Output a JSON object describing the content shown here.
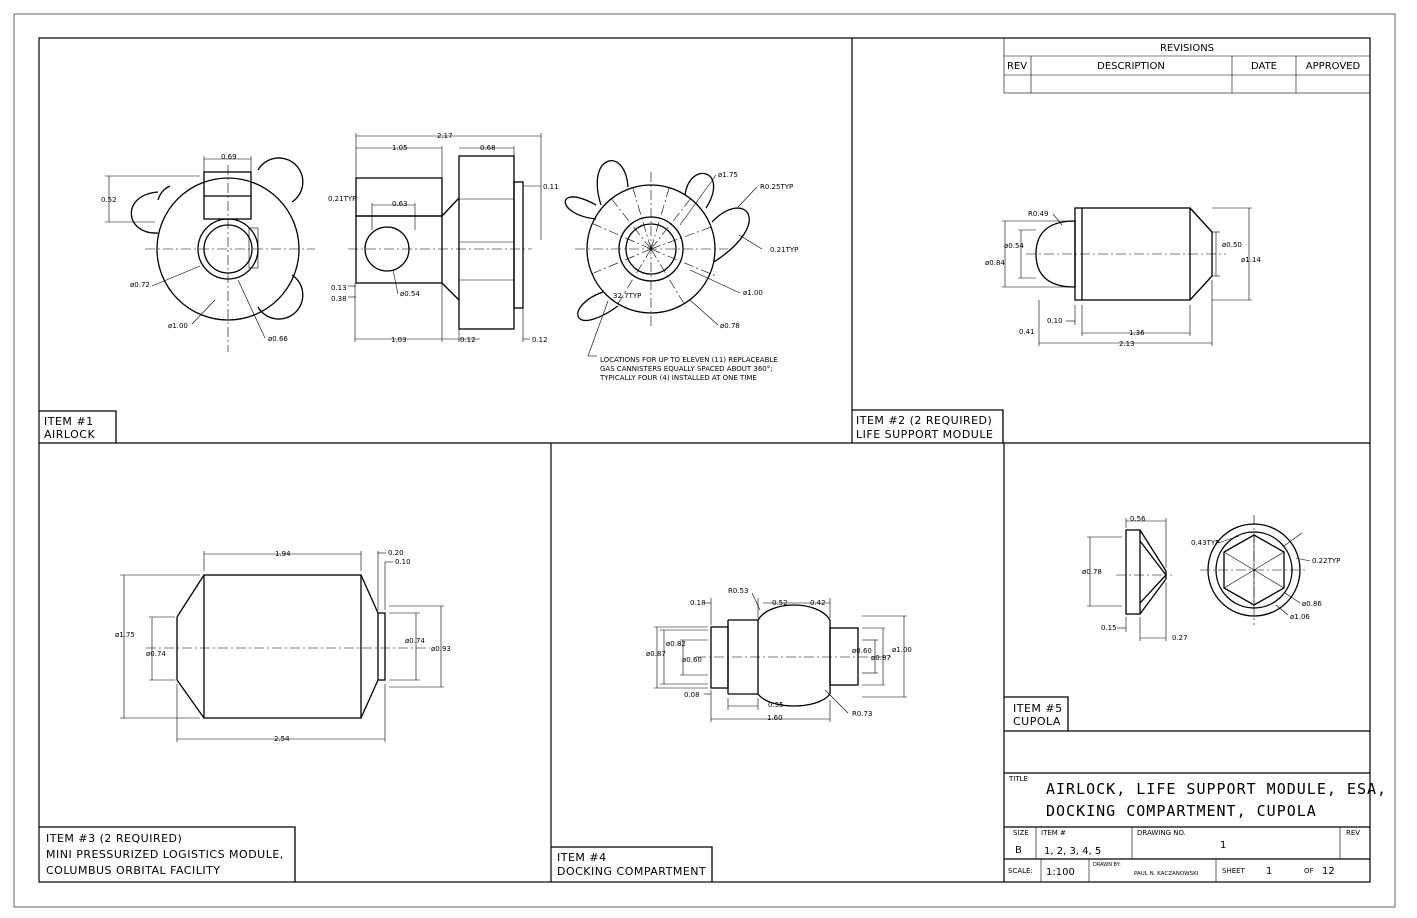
{
  "revisions": {
    "header": "REVISIONS",
    "columns": [
      "REV",
      "DESCRIPTION",
      "DATE",
      "APPROVED"
    ]
  },
  "items": {
    "item1": {
      "num": "ITEM #1",
      "name": "AIRLOCK"
    },
    "item2": {
      "num": "ITEM #2 (2 REQUIRED)",
      "name": "LIFE SUPPORT MODULE"
    },
    "item3": {
      "num": "ITEM #3 (2 REQUIRED)",
      "line2": "MINI PRESSURIZED LOGISTICS MODULE,",
      "line3": "COLUMBUS ORBITAL FACILITY"
    },
    "item4": {
      "num": "ITEM #4",
      "name": "DOCKING COMPARTMENT"
    },
    "item5": {
      "num": "ITEM #5",
      "name": "CUPOLA"
    }
  },
  "notes": {
    "canisters_l1": "LOCATIONS FOR UP TO ELEVEN (11) REPLACEABLE",
    "canisters_l2": "GAS CANNISTERS EQUALLY SPACED ABOUT 360°;",
    "canisters_l3": "TYPICALLY FOUR (4) INSTALLED AT ONE TIME"
  },
  "dims": {
    "i1": {
      "d069": "0.69",
      "d052": "0.52",
      "d072": "ø0.72",
      "d100": "ø1.00",
      "d066": "ø0.66",
      "d217": "2.17",
      "d105": "1.05",
      "d068": "0.68",
      "d011": "0.11",
      "d021": "0.21TYP",
      "d063": "0.63",
      "d013": "0.13",
      "d038": "0.38",
      "d054": "ø0.54",
      "d103": "1.03",
      "d012a": "0.12",
      "d012b": "0.12",
      "d175": "ø1.75",
      "r025": "R0.25TYP",
      "d021b": "0.21TYP",
      "a327": "32.7TYP",
      "d100b": "ø1.00",
      "d078": "ø0.78"
    },
    "i2": {
      "r049": "R0.49",
      "d054": "ø0.54",
      "d084": "ø0.84",
      "d050": "ø0.50",
      "d114": "ø1.14",
      "d010": "0.10",
      "d041": "0.41",
      "d136": "1.36",
      "d213": "2.13"
    },
    "i3": {
      "d194": "1.94",
      "d020": "0.20",
      "d010": "0.10",
      "d175": "ø1.75",
      "d074a": "ø0.74",
      "d074b": "ø0.74",
      "d093": "ø0.93",
      "d254": "2.54"
    },
    "i4": {
      "r053": "R0.53",
      "d018": "0.18",
      "d052": "0.52",
      "d042": "0.42",
      "d082": "ø0.82",
      "d087a": "ø0.87",
      "d060a": "ø0.60",
      "d060b": "ø0.60",
      "d087b": "ø0.87",
      "d100": "ø1.00",
      "d008": "0.08",
      "d035": "0.35",
      "d160": "1.60",
      "r073": "R0.73"
    },
    "i5": {
      "d056": "0.56",
      "d078": "ø0.78",
      "d015": "0.15",
      "d027": "0.27",
      "d043": "0.43TYP",
      "d022": "0.22TYP",
      "d086": "ø0.86",
      "d106": "ø1.06"
    }
  },
  "title_block": {
    "title_label": "TITLE",
    "title_line1": "AIRLOCK, LIFE SUPPORT MODULE, ESA,",
    "title_line2": "DOCKING COMPARTMENT, CUPOLA",
    "size_label": "SIZE",
    "size_value": "B",
    "item_label": "ITEM #",
    "item_value": "1, 2, 3, 4, 5",
    "drawing_no_label": "DRAWING NO.",
    "drawing_no_value": "1",
    "rev_label": "REV",
    "scale_label": "SCALE:",
    "scale_value": "1:100",
    "drawn_by_label": "DRAWN BY:",
    "drawn_by_value": "PAUL N. KACZANOWSKI",
    "sheet_label": "SHEET",
    "sheet_value": "1",
    "of_label": "OF",
    "of_value": "12"
  }
}
